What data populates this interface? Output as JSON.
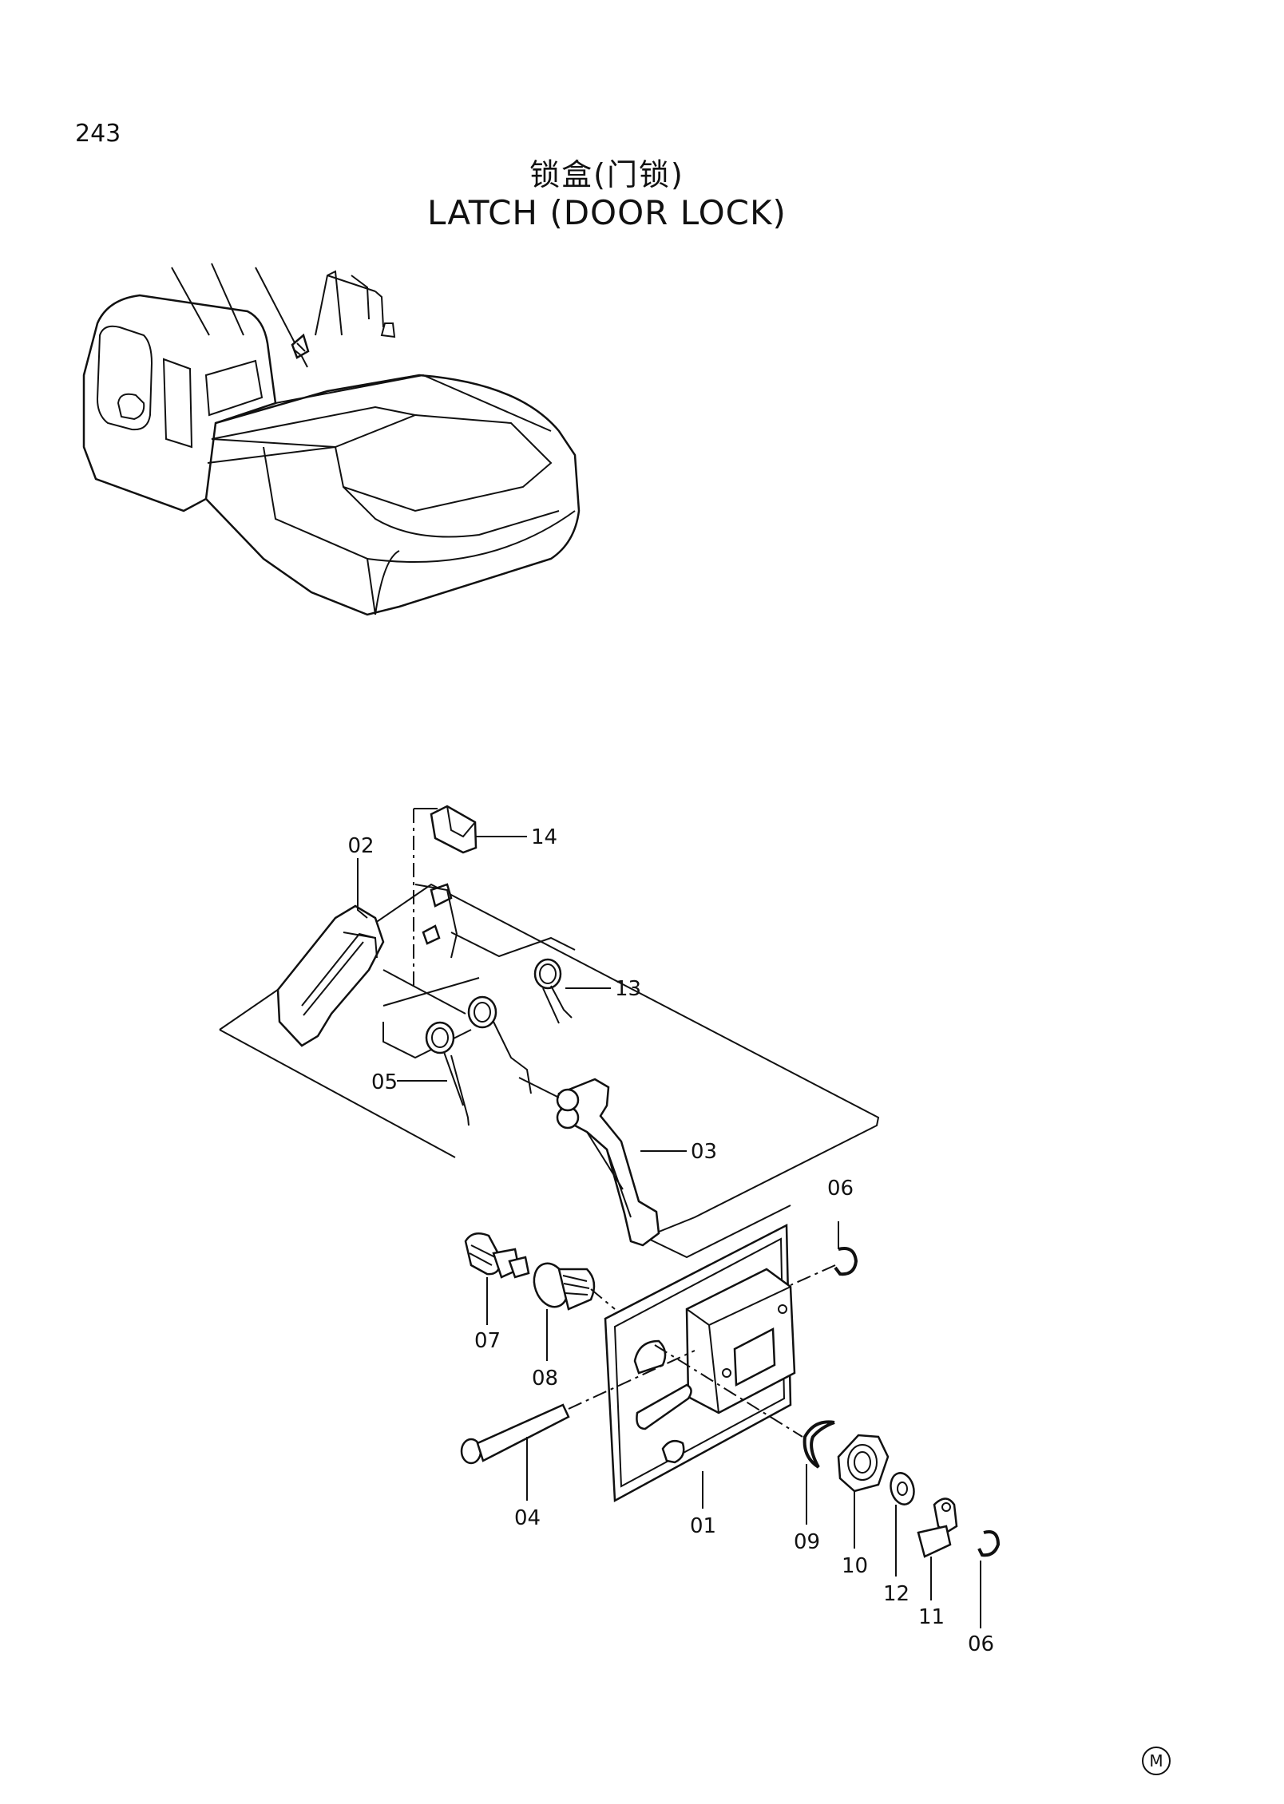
{
  "header": {
    "page_number": "243",
    "title_cn": "锁盒(门锁)",
    "title_en": "LATCH (DOOR LOCK)"
  },
  "parts": [
    {
      "id": "p01",
      "label": "01"
    },
    {
      "id": "p02",
      "label": "02"
    },
    {
      "id": "p03",
      "label": "03"
    },
    {
      "id": "p04",
      "label": "04"
    },
    {
      "id": "p05",
      "label": "05"
    },
    {
      "id": "p06a",
      "label": "06"
    },
    {
      "id": "p06b",
      "label": "06"
    },
    {
      "id": "p07",
      "label": "07"
    },
    {
      "id": "p08",
      "label": "08"
    },
    {
      "id": "p09",
      "label": "09"
    },
    {
      "id": "p10",
      "label": "10"
    },
    {
      "id": "p11",
      "label": "11"
    },
    {
      "id": "p12",
      "label": "12"
    },
    {
      "id": "p13",
      "label": "13"
    },
    {
      "id": "p14",
      "label": "14"
    }
  ],
  "footer": {
    "mark": "M"
  }
}
